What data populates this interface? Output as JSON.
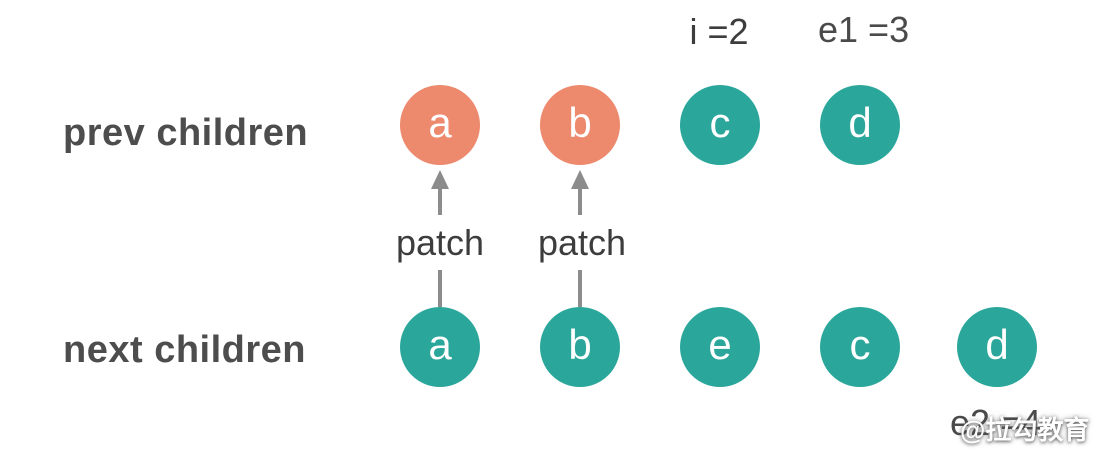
{
  "canvas": {
    "background": "#FFFFFF"
  },
  "colors": {
    "orange": "#ED8A6E",
    "teal": "#2AA79A",
    "arrow_gray": "#8C8C8C",
    "label_gray": "#4D4D4D",
    "text_dark": "#3D3D3D"
  },
  "annotations": {
    "index_box": "i =2",
    "e1": "e1 =3",
    "e2": "e2 =4"
  },
  "rows": {
    "prev": {
      "label": "prev children",
      "nodes": [
        {
          "label": "a",
          "color": "orange"
        },
        {
          "label": "b",
          "color": "orange"
        },
        {
          "label": "c",
          "color": "teal"
        },
        {
          "label": "d",
          "color": "teal"
        }
      ]
    },
    "next": {
      "label": "next children",
      "nodes": [
        {
          "label": "a",
          "color": "teal"
        },
        {
          "label": "b",
          "color": "teal"
        },
        {
          "label": "e",
          "color": "teal"
        },
        {
          "label": "c",
          "color": "teal"
        },
        {
          "label": "d",
          "color": "teal"
        }
      ]
    }
  },
  "patch_labels": [
    "patch",
    "patch"
  ],
  "watermark": {
    "text": "@拉勾教育"
  }
}
